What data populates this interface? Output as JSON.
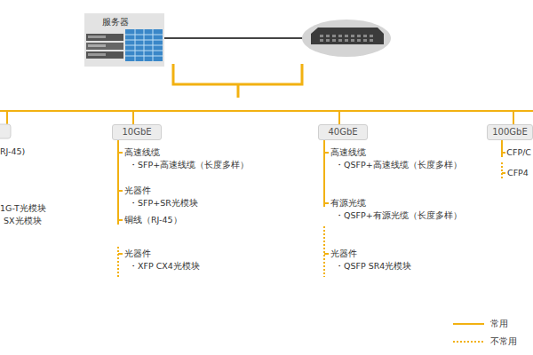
{
  "diagram": {
    "nodes": [
      {
        "text": [
          "服务器"
        ]
      },
      {
        "text": [
          "10GbE"
        ]
      },
      {
        "text": [
          "40GbE"
        ]
      },
      {
        "text": [
          "100GbE"
        ]
      }
    ],
    "labels": [
      "RJ-45)",
      "1G-T光模块",
      "SX光模块",
      "高速线缆",
      "・SFP+高速线缆（长度多样）",
      "光器件",
      "・SFP+SR光模块",
      "铜线（RJ-45）",
      "光器件",
      "・XFP CX4光模块",
      "高速线缆",
      "・QSFP+高速线缆（长度多样）",
      "有源光缆",
      "・QSFP+有源光缆（长度多样）",
      "光器件",
      "・QSFP SR4光模块",
      "CFP/C",
      "CFP4"
    ],
    "legend": [
      {
        "text": "常用"
      },
      {
        "text": "不常用"
      }
    ]
  }
}
